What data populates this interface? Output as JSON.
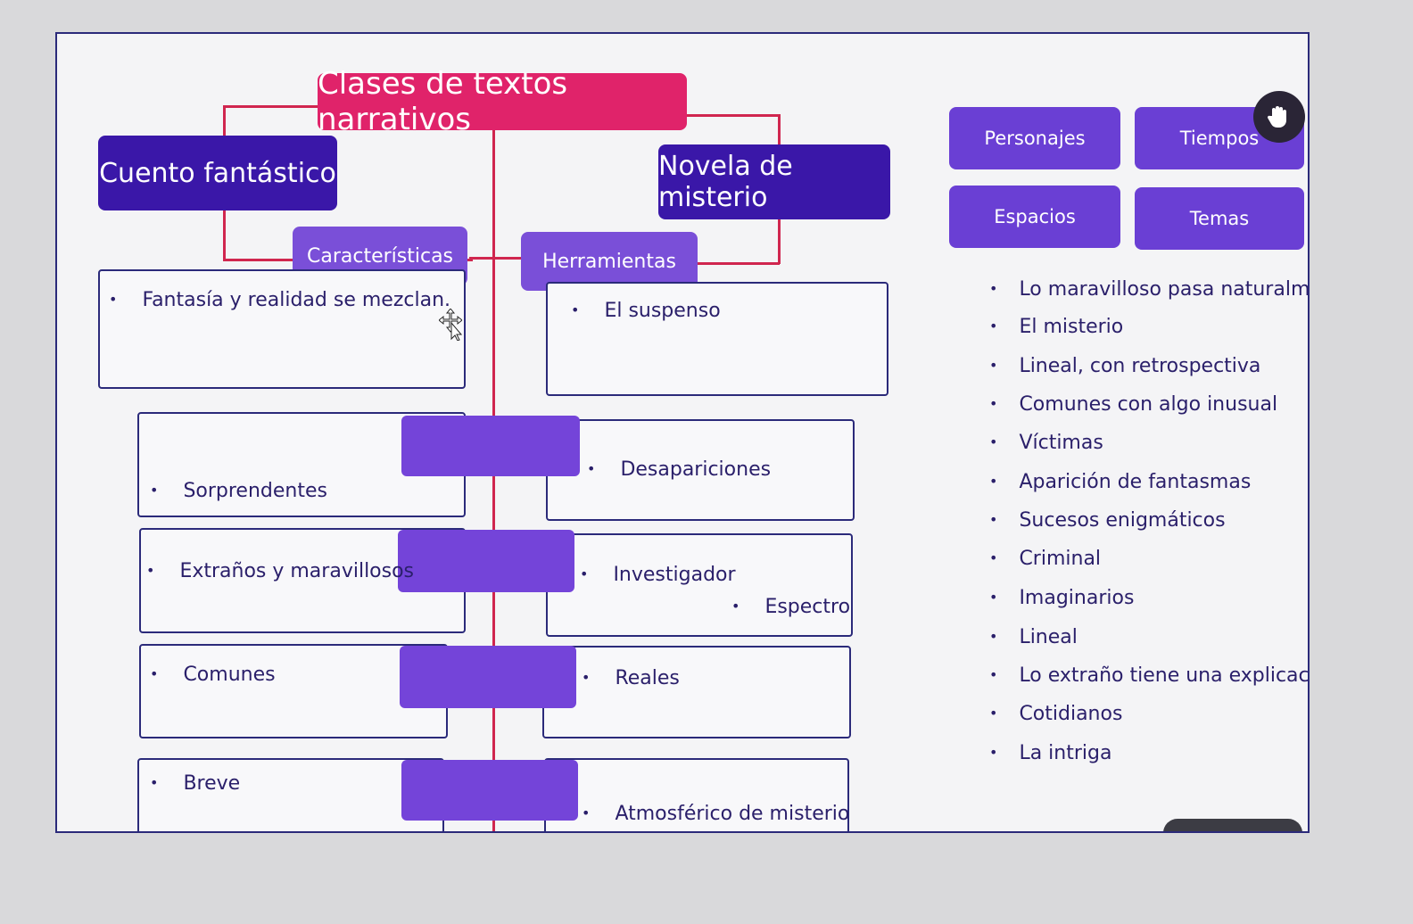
{
  "diagram": {
    "title": "Clases de textos narrativos",
    "left_branch": "Cuento fantástico",
    "right_branch": "Novela de misterio",
    "left_sub": "Características",
    "right_sub": "Herramientas"
  },
  "placed": {
    "left": [
      "Fantasía y realidad se mezclan.",
      "Sorprendentes",
      "Extraños y maravillosos",
      "Comunes",
      "Breve"
    ],
    "right": [
      "El suspenso",
      "Desapariciones",
      "Investigador",
      "Espectro",
      "Reales",
      "Atmosférico de misterio"
    ]
  },
  "category_chips": [
    "Personajes",
    "Tiempos",
    "Espacios",
    "Temas"
  ],
  "option_list": [
    "Lo maravilloso pasa naturalmente.",
    "El misterio",
    "Lineal, con retrospectiva",
    "Comunes con algo inusual",
    "Víctimas",
    "Aparición de fantasmas",
    "Sucesos enigmáticos",
    "Criminal",
    "Imaginarios",
    "Lineal",
    "Lo extraño tiene una explicación.",
    "Cotidianos",
    "La intriga"
  ],
  "icons": {
    "grab": "hand-grab-icon",
    "cursor": "move-cursor-icon"
  },
  "colors": {
    "title": "#e0236a",
    "dark": "#3a17a8",
    "mid": "#7a4fd8",
    "line": "#d0264f"
  }
}
